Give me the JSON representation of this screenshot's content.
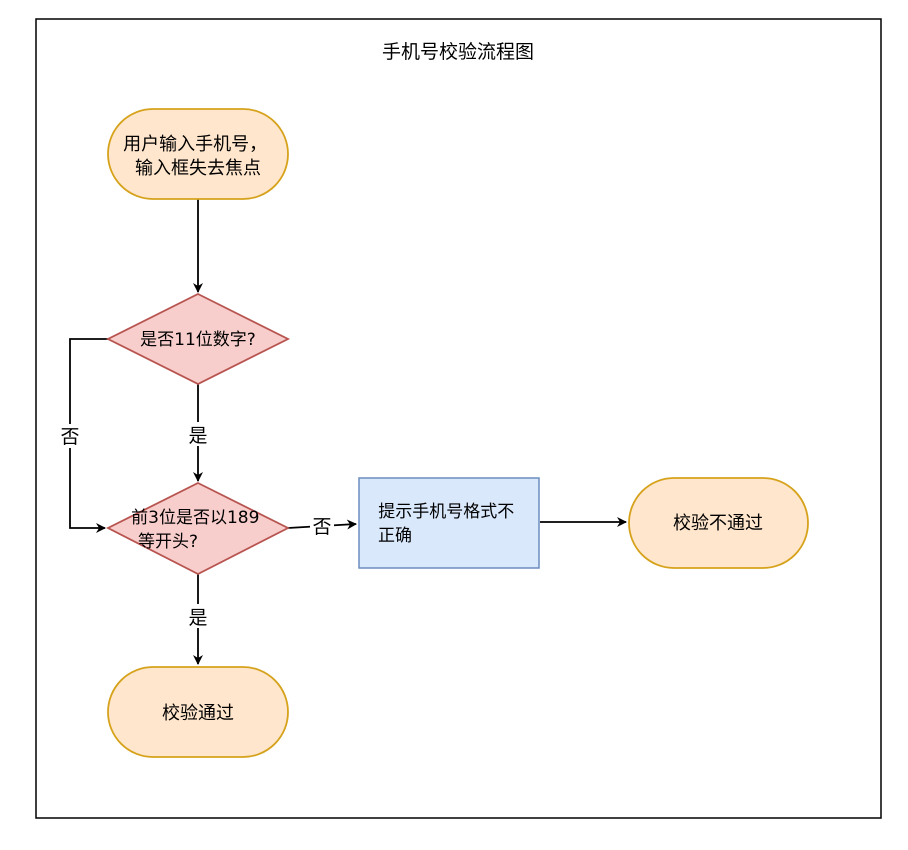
{
  "title": "手机号校验流程图",
  "nodes": {
    "start": {
      "lines": [
        "用户输入手机号，",
        "输入框失去焦点"
      ]
    },
    "check_digits": {
      "text": "是否11位数字?"
    },
    "check_prefix": {
      "lines": [
        "前3位是否以189",
        "等开头?"
      ]
    },
    "error_tip": {
      "lines": [
        "提示手机号格式不",
        "正确"
      ]
    },
    "fail": {
      "text": "校验不通过"
    },
    "pass": {
      "text": "校验通过"
    }
  },
  "edges": {
    "digits_yes": "是",
    "digits_no": "否",
    "prefix_no": "否",
    "prefix_yes": "是"
  },
  "colors": {
    "terminal_fill": "#ffe6cc",
    "terminal_stroke": "#d6a21b",
    "decision_fill": "#f8cecc",
    "decision_stroke": "#b85450",
    "process_fill": "#dae8fc",
    "process_stroke": "#6c8ebf",
    "line": "#000000"
  }
}
